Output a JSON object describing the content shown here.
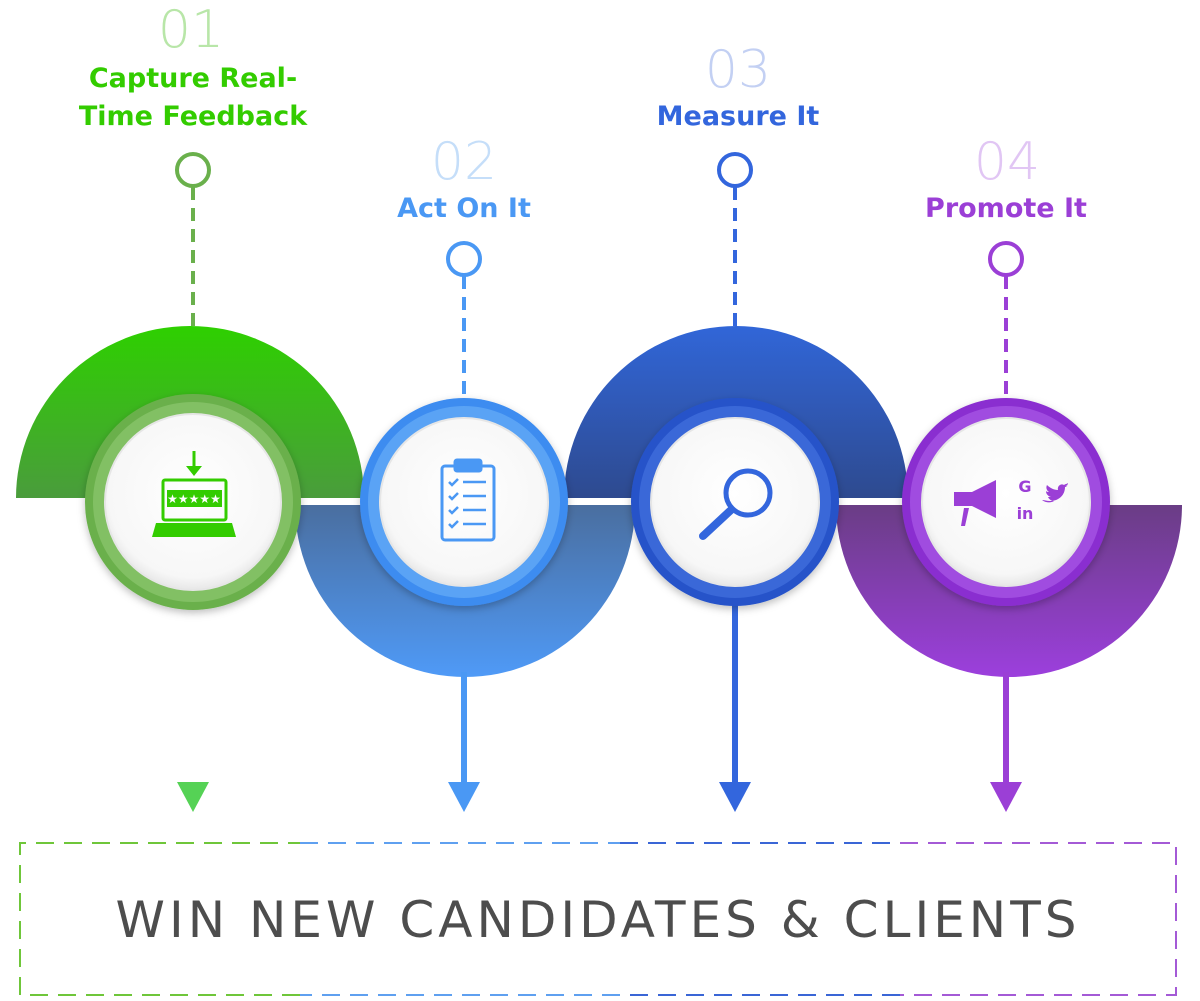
{
  "steps": [
    {
      "number": "01",
      "title_line1": "Capture Real-",
      "title_line2": "Time Feedback",
      "color": "#33cc00",
      "icon": "laptop-review-icon"
    },
    {
      "number": "02",
      "title_line1": "Act On It",
      "title_line2": "",
      "color": "#4a98f4",
      "icon": "clipboard-checklist-icon"
    },
    {
      "number": "03",
      "title_line1": "Measure It",
      "title_line2": "",
      "color": "#3366dd",
      "icon": "magnifier-icon"
    },
    {
      "number": "04",
      "title_line1": "Promote It",
      "title_line2": "",
      "color": "#9b3fd6",
      "icon": "megaphone-social-icon"
    }
  ],
  "social": {
    "google": "G",
    "linkedin": "in"
  },
  "footer": {
    "text": "WIN NEW CANDIDATES & CLIENTS"
  },
  "colors": {
    "green": "#33cc00",
    "light_blue": "#4a98f4",
    "blue": "#3366dd",
    "purple": "#9b3fd6",
    "footer_text": "#4d4d4d"
  }
}
